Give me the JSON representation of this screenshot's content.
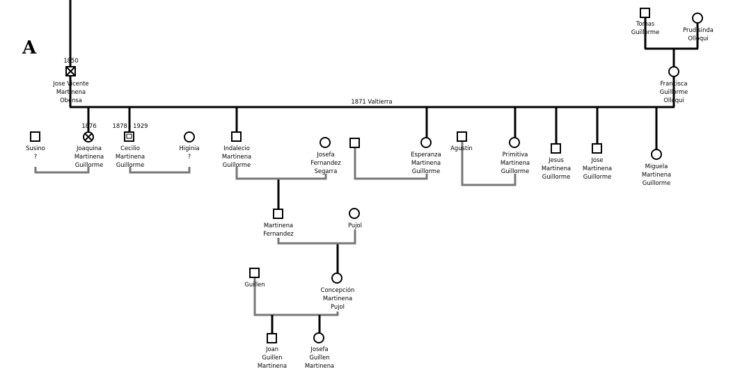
{
  "page_letter": "A",
  "marriage_note": "1871 Valtierra",
  "people": {
    "jose_vicente": {
      "year": "1850",
      "name": [
        "Jose Vicente",
        "Martinena",
        "Obensa"
      ]
    },
    "susino": {
      "name": [
        "Susino",
        "?"
      ]
    },
    "joaquina": {
      "year": "1876",
      "name": [
        "Joaquina",
        "Martinena",
        "Guillorme"
      ]
    },
    "cecilio": {
      "year": "1878 - 1929",
      "name": [
        "Cecilio",
        "Martinena",
        "Guillorme"
      ]
    },
    "higinia": {
      "name": [
        "Higinia",
        "?"
      ]
    },
    "indalecio": {
      "name": [
        "Indalecio",
        "Martinena",
        "Guillorme"
      ]
    },
    "josefa_fernandez": {
      "name": [
        "Josefa",
        "Fernandez",
        "Segarra"
      ]
    },
    "esperanza": {
      "name": [
        "Esperanza",
        "Martinena",
        "Guillorme"
      ]
    },
    "agustin": {
      "name": [
        "Agustin"
      ]
    },
    "primitiva": {
      "name": [
        "Primitiva",
        "Martinena",
        "Guillorme"
      ]
    },
    "jesus": {
      "name": [
        "Jesus",
        "Martinena",
        "Guillorme"
      ]
    },
    "jose": {
      "name": [
        "Jose",
        "Martinena",
        "Guillorme"
      ]
    },
    "miguela": {
      "name": [
        "Miguela",
        "Martinena",
        "Guillorme"
      ]
    },
    "tomas": {
      "name": [
        "Tomas",
        "Guillorme"
      ]
    },
    "prudisinda": {
      "name": [
        "Prudisinda",
        "Olloqui"
      ]
    },
    "francisca": {
      "name": [
        "Francisca",
        "Guillorme",
        "Olloqui"
      ]
    },
    "martinena_fernandez": {
      "name": [
        "Martinena",
        "Fernandez"
      ]
    },
    "pujol": {
      "name": [
        "Pujol"
      ]
    },
    "guillen": {
      "name": [
        "Guillen"
      ]
    },
    "concepcion": {
      "name": [
        "Concepción",
        "Martinena",
        "Pujol"
      ]
    },
    "joan": {
      "name": [
        "Joan",
        "Guillen",
        "Martinena"
      ]
    },
    "josefa_guillen": {
      "name": [
        "Josefa",
        "Guillen",
        "Martinena"
      ]
    }
  }
}
